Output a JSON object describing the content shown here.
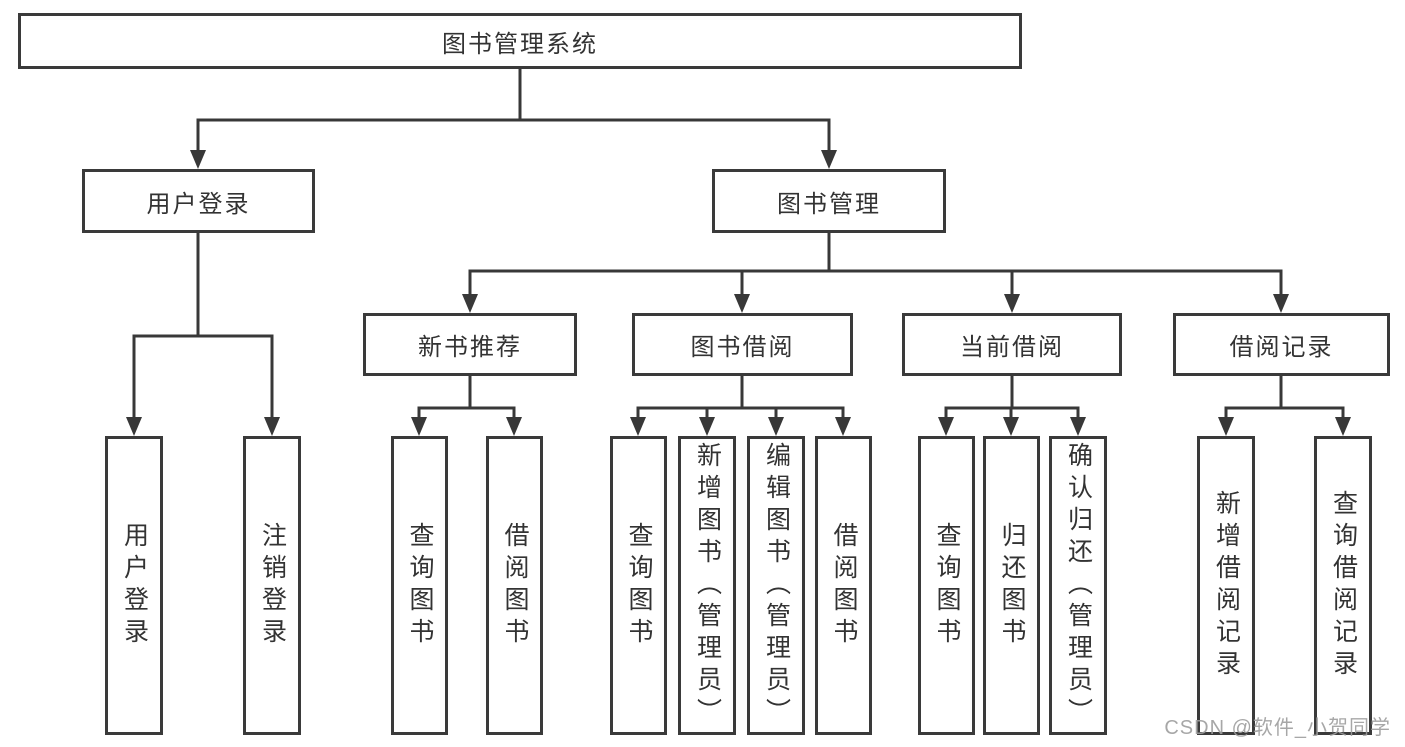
{
  "diagram": {
    "title": "图书管理系统",
    "colors": {
      "line": "#383838",
      "border": "#3a3a3a",
      "text": "#333333",
      "watermark": "#9e9e9e",
      "background": "#ffffff"
    },
    "nodes": {
      "root": {
        "label": "图书管理系统"
      },
      "user_login": {
        "label": "用户登录"
      },
      "book_mgmt": {
        "label": "图书管理"
      },
      "new_books": {
        "label": "新书推荐"
      },
      "book_borrow": {
        "label": "图书借阅"
      },
      "cur_borrow": {
        "label": "当前借阅"
      },
      "records": {
        "label": "借阅记录"
      },
      "leaf_user_login": {
        "label": "用户登录"
      },
      "leaf_logout": {
        "label": "注销登录"
      },
      "leaf_nb_query": {
        "label": "查询图书"
      },
      "leaf_nb_borrow": {
        "label": "借阅图书"
      },
      "leaf_bb_query": {
        "label": "查询图书"
      },
      "leaf_bb_add": {
        "label": "新增图书（管理员）"
      },
      "leaf_bb_edit": {
        "label": "编辑图书（管理员）"
      },
      "leaf_bb_borrow": {
        "label": "借阅图书"
      },
      "leaf_cb_query": {
        "label": "查询图书"
      },
      "leaf_cb_return": {
        "label": "归还图书"
      },
      "leaf_cb_confirm": {
        "label": "确认归还（管理员）"
      },
      "leaf_br_add": {
        "label": "新增借阅记录"
      },
      "leaf_br_query": {
        "label": "查询借阅记录"
      }
    },
    "hierarchy": {
      "图书管理系统": [
        "用户登录",
        "图书管理"
      ],
      "用户登录": [
        "用户登录",
        "注销登录"
      ],
      "图书管理": [
        "新书推荐",
        "图书借阅",
        "当前借阅",
        "借阅记录"
      ],
      "新书推荐": [
        "查询图书",
        "借阅图书"
      ],
      "图书借阅": [
        "查询图书",
        "新增图书（管理员）",
        "编辑图书（管理员）",
        "借阅图书"
      ],
      "当前借阅": [
        "查询图书",
        "归还图书",
        "确认归还（管理员）"
      ],
      "借阅记录": [
        "新增借阅记录",
        "查询借阅记录"
      ]
    },
    "watermark": "CSDN @软件_小贺同学"
  }
}
